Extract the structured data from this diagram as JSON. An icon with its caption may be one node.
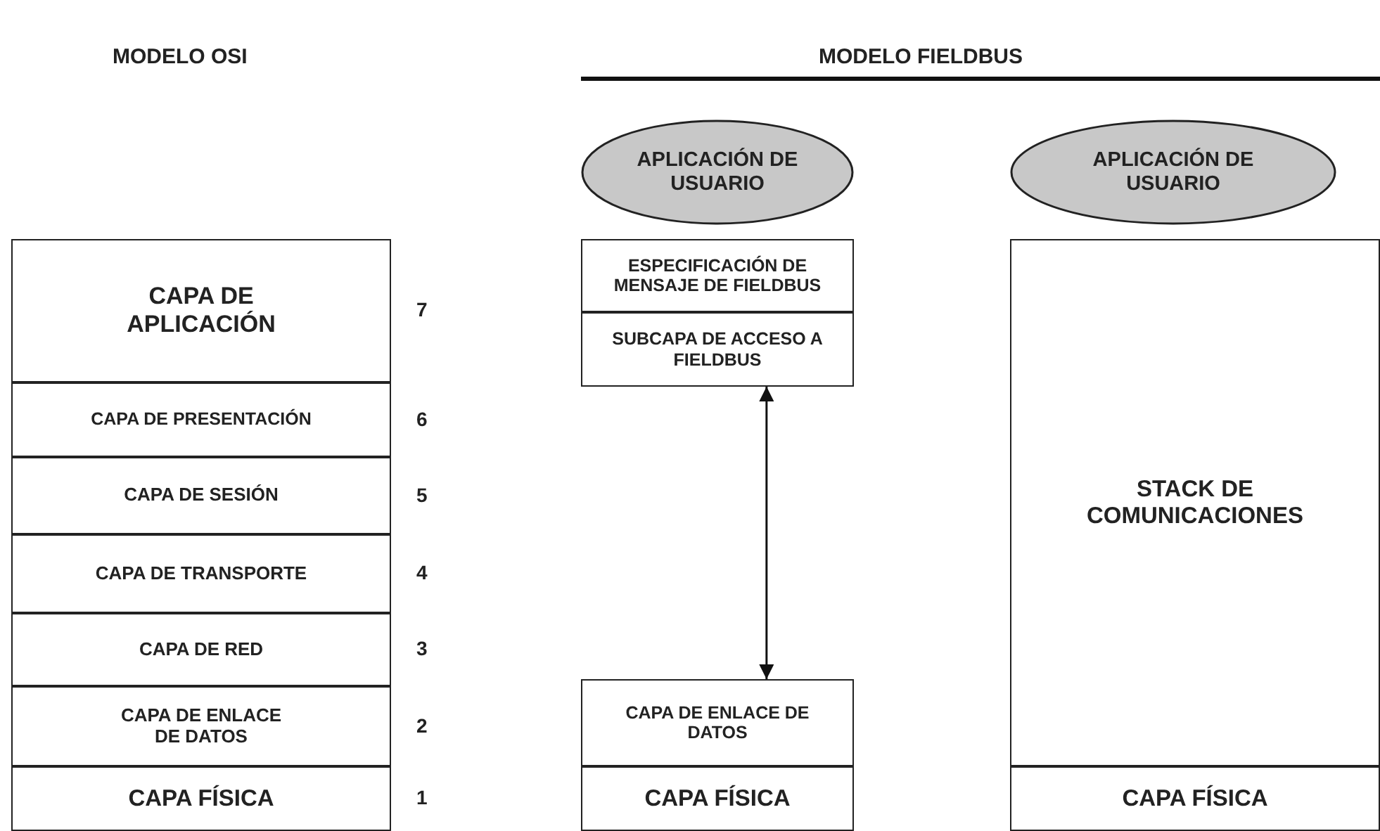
{
  "diagram": {
    "nodes": [
      {
        "text": [
          "CAPA DE APLICACIÓN"
        ],
        "beside": [
          "7"
        ]
      },
      {
        "text": [
          "CAPA DE PRESENTACIÓN"
        ],
        "beside": [
          "6"
        ]
      },
      {
        "text": [
          "CAPA DE SESIÓN"
        ],
        "beside": [
          "5"
        ]
      },
      {
        "text": [
          "CAPA DE TRANSPORTE"
        ],
        "beside": [
          "4"
        ]
      },
      {
        "text": [
          "CAPA DE RED"
        ],
        "beside": [
          "3"
        ]
      },
      {
        "text": [
          "CAPA DE ENLACE DE DATOS"
        ],
        "beside": [
          "2"
        ]
      },
      {
        "text": [
          "CAPA FÍSICA"
        ],
        "beside": [
          "1"
        ]
      },
      {
        "text": [
          "APLICACIÓN DE USUARIO"
        ]
      },
      {
        "text": [
          "APLICACIÓN DE USUARIO"
        ]
      },
      {
        "text": [
          "ESPECIFICACIÓN DE MENSAJE DE FIELDBUS"
        ]
      },
      {
        "text": [
          "SUBCAPA DE ACCESO A FIELDBUS"
        ]
      },
      {
        "text": [
          "CAPA DE ENLACE DE DATOS"
        ]
      },
      {
        "text": [
          "CAPA FÍSICA"
        ]
      },
      {
        "text": [
          "STACK DE COMUNICACIONES"
        ]
      },
      {
        "text": [
          "CAPA FÍSICA"
        ]
      }
    ],
    "edges": [
      {
        "from": 10,
        "to": 11,
        "arrow": "both"
      }
    ],
    "labels": [
      "MODELO OSI",
      "MODELO FIELDBUS"
    ]
  }
}
